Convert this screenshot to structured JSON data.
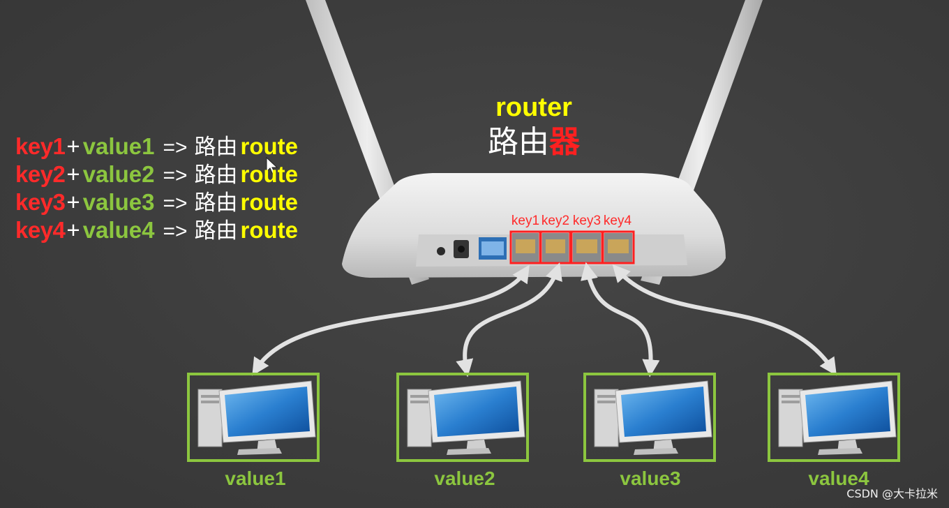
{
  "mapping": {
    "rows": [
      {
        "key": "key1",
        "plus": "+",
        "value": "value1",
        "arrow": "=>",
        "cn": "路由",
        "route": "route"
      },
      {
        "key": "key2",
        "plus": "+",
        "value": "value2",
        "arrow": "=>",
        "cn": "路由",
        "route": "route"
      },
      {
        "key": "key3",
        "plus": "+",
        "value": "value3",
        "arrow": "=>",
        "cn": "路由",
        "route": "route"
      },
      {
        "key": "key4",
        "plus": "+",
        "value": "value4",
        "arrow": "=>",
        "cn": "路由",
        "route": "route"
      }
    ]
  },
  "router": {
    "title_en": "router",
    "title_cn_a": "路由",
    "title_cn_b": "器",
    "ports": [
      "key1",
      "key2",
      "key3",
      "key4"
    ]
  },
  "computers": [
    "value1",
    "value2",
    "value3",
    "value4"
  ],
  "watermark": "CSDN @大卡拉米",
  "colors": {
    "background": "#3f3f3f",
    "key_red": "#ff2a2a",
    "value_green": "#8cc63f",
    "route_yellow": "#ffff00",
    "text_white": "#ffffff",
    "arrow_gray": "#e0e0e0"
  },
  "icons": [
    "router-device-icon",
    "antenna-icon",
    "ethernet-port-icon",
    "desktop-computer-icon",
    "mouse-cursor-icon",
    "bidirectional-arrow-icon"
  ]
}
